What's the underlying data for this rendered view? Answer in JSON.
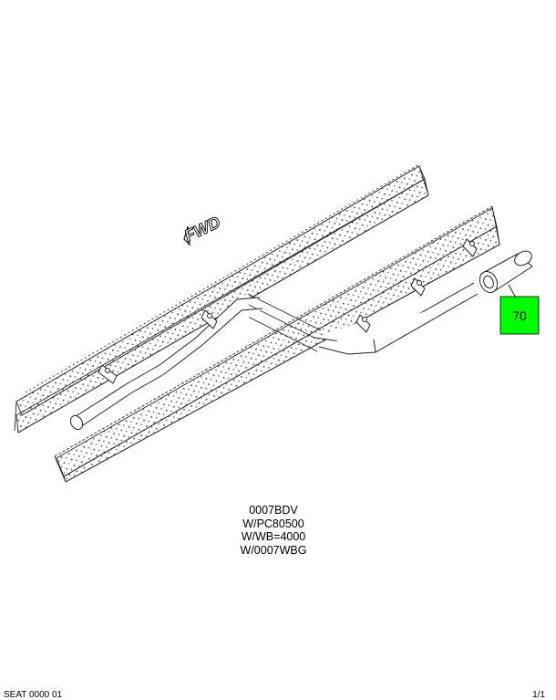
{
  "diagram": {
    "fwd_label": "FWD",
    "callout": {
      "number": "70",
      "fill": "#00FF00"
    },
    "caption_lines": [
      "0007BDV",
      "W/PC80500",
      "W/WB=4000",
      "W/0007WBG"
    ],
    "footer_left": "SEAT 0000 01",
    "footer_right": "1/1"
  }
}
